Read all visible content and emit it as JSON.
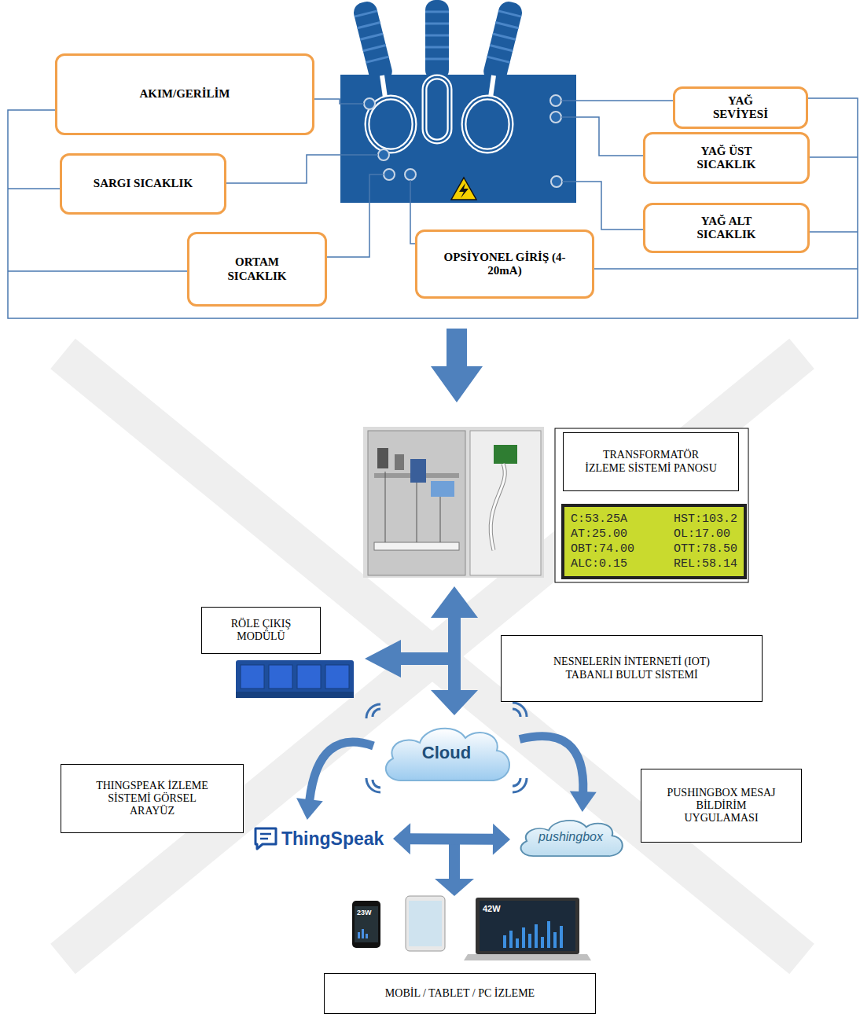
{
  "diagram": {
    "nodes": [
      {
        "text": [
          "AKIM/GERİLİM"
        ]
      },
      {
        "text": [
          "SARGI SICAKLIK"
        ]
      },
      {
        "text": [
          "ORTAM SICAKLIK"
        ]
      },
      {
        "text": [
          "OPSİYONEL GİRİŞ (4-20mA)"
        ]
      },
      {
        "text": [
          "YAĞ SEVİYESİ"
        ]
      },
      {
        "text": [
          "YAĞ ÜST SICAKLIK"
        ]
      },
      {
        "text": [
          "YAĞ ALT SICAKLIK"
        ]
      },
      {
        "text": [
          "TRANSFORMATÖR İZLEME SİSTEMİ PANOSU"
        ]
      },
      {
        "text": [
          "C:53.25A",
          "HST:103.2",
          "AT:25.00",
          "OL:17.00",
          "OBT:74.00",
          "OTT:78.50",
          "ALC:0.15",
          "REL:58.14"
        ]
      },
      {
        "text": [
          "RÖLE ÇIKIŞ MODÜLÜ"
        ]
      },
      {
        "text": [
          "NESNELERİN İNTERNETİ (IOT) TABANLI BULUT SİSTEMİ"
        ]
      },
      {
        "text": [
          "THINGSPEAK İZLEME SİSTEMİ GÖRSEL ARAYÜZ"
        ]
      },
      {
        "text": [
          "Cloud"
        ]
      },
      {
        "text": [
          "PUSHINGBOX MESAJ BİLDİRİM UYGULAMASI"
        ]
      },
      {
        "text": [
          "ThingSpeak"
        ]
      },
      {
        "text": [
          "pushingbox"
        ]
      },
      {
        "text": [
          "MOBİL / TABLET / PC İZLEME"
        ]
      }
    ],
    "edges": [
      {
        "from": 12,
        "to": 14,
        "arrow": "to"
      },
      {
        "from": 12,
        "to": 15,
        "arrow": "to"
      },
      {
        "from": 14,
        "to": 15,
        "arrow": "both"
      }
    ],
    "labels": [
      "23W",
      "42W"
    ]
  }
}
